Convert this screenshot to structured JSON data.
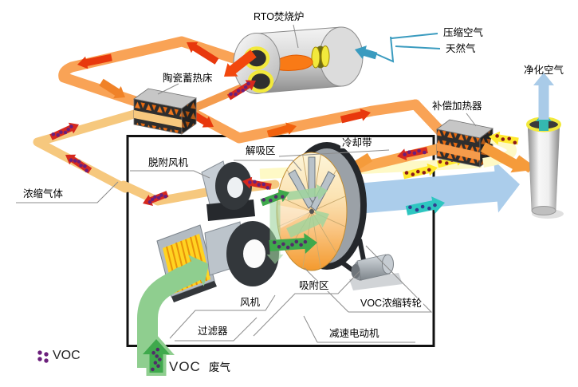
{
  "diagram": {
    "labels": {
      "rto": "RTO焚烧炉",
      "compressed_air": "压缩空气",
      "natural_gas": "天然气",
      "purified_air": "净化空气",
      "ceramic_bed": "陶瓷蓄热床",
      "compensation_heater": "补偿加热器",
      "cooling_belt": "冷却带",
      "desorption_zone": "解吸区",
      "desorption_fan": "脱附风机",
      "concentrated_gas": "浓缩气体",
      "adsorption_zone": "吸附区",
      "fan": "风机",
      "filter": "过滤器",
      "voc_rotor": "VOC浓缩转轮",
      "gear_motor": "减速电动机"
    },
    "legend": {
      "label": "VOC"
    },
    "inlet": {
      "voc": "VOC",
      "waste_gas": "废气"
    },
    "colors": {
      "hot_pipe_orange": "#F9A356",
      "arrow_red": "#E8380D",
      "concentrate_pipe_tan": "#F6C87E",
      "voc_dot_purple": "#6B1F7B",
      "heated_air_yellow": "#FFE92D",
      "yellow_duct": "#FEF9C6",
      "clean_air_blue": "#ABCDEB",
      "teal_arrow": "#2EC6C0",
      "green_arrow": "#3FA94C",
      "green_duct": "#8FCE8F",
      "ceramic_orange": "#F07820",
      "utility_line_blue": "#3A9BBF"
    }
  }
}
